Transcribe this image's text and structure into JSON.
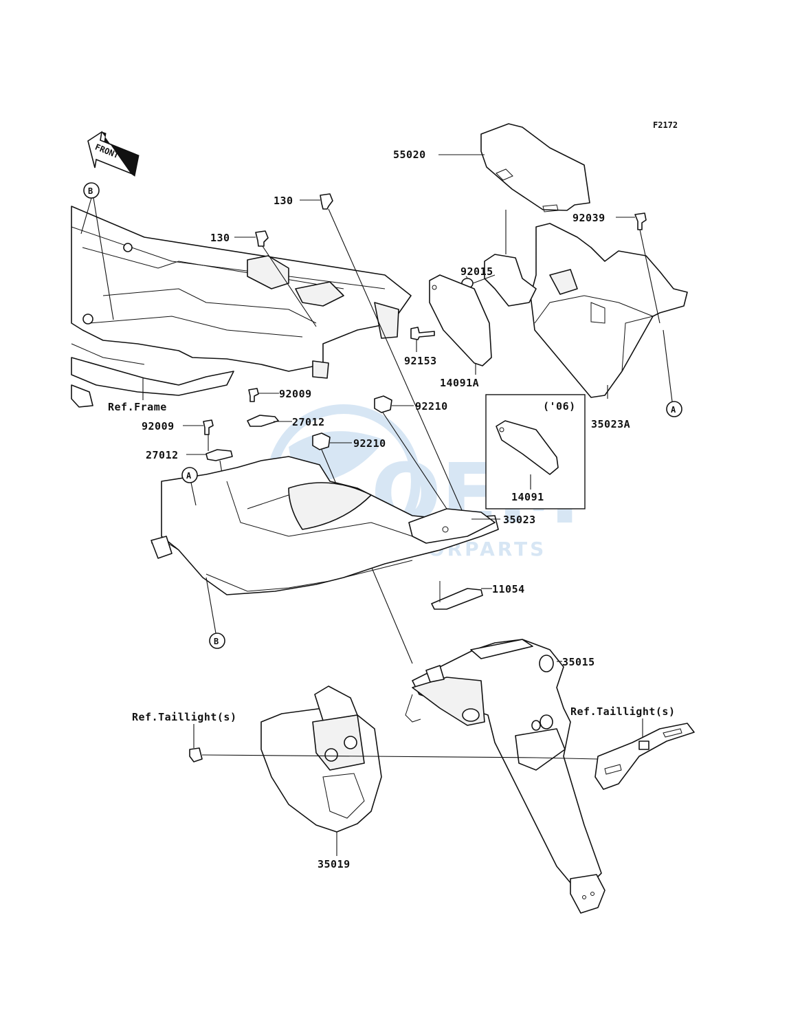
{
  "diagram_code": "F2172",
  "front_label": "FRONT",
  "callouts": {
    "A": "A",
    "B": "B"
  },
  "labels": {
    "p55020": "55020",
    "p92039": "92039",
    "p130a": "130",
    "p130b": "130",
    "p92015": "92015",
    "p92153": "92153",
    "p14091A": "14091A",
    "p35023A": "35023A",
    "p92210a": "92210",
    "p92210b": "92210",
    "p92009a": "92009",
    "p92009b": "92009",
    "p27012a": "27012",
    "p27012b": "27012",
    "ref_frame": "Ref.Frame",
    "year_note": "('06)",
    "p14091": "14091",
    "p35023": "35023",
    "p11054": "11054",
    "p35015": "35015",
    "ref_taillight_left": "Ref.Taillight(s)",
    "ref_taillight_right": "Ref.Taillight(s)",
    "p35019": "35019"
  },
  "watermark": {
    "brand": "OEM",
    "tagline": "MOTORPARTS",
    "color": "#8fb8e0"
  }
}
